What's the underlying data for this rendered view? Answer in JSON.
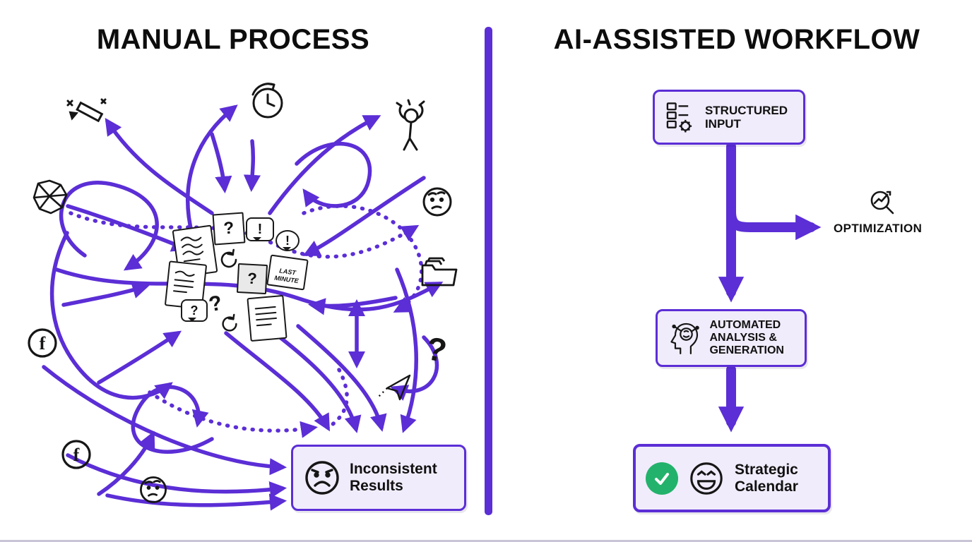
{
  "left": {
    "title": "MANUAL PROCESS",
    "cluster": {
      "question_mark": "?",
      "exclamation": "!",
      "last_minute_note": "LAST MINUTE"
    },
    "stray_question_mark": "?",
    "facebook_letter": "f",
    "result_box": {
      "label": "Inconsistent Results"
    }
  },
  "right": {
    "title": "AI-ASSISTED WORKFLOW",
    "structured_input": {
      "label": "STRUCTURED INPUT"
    },
    "optimization": {
      "label": "OPTIMIZATION"
    },
    "automated": {
      "label": "AUTOMATED ANALYSIS & GENERATION"
    },
    "calendar": {
      "label": "Strategic Calendar"
    }
  },
  "colors": {
    "purple": "#5b2ed6",
    "box_fill": "#f1ecfb",
    "green_check": "#23b26b",
    "ink": "#111111"
  },
  "icons": [
    "pencil-icon",
    "timer-icon",
    "stressed-person-icon",
    "crumpled-paper-icon",
    "thinking-face-icon",
    "folder-icon",
    "facebook-icon",
    "question-mark",
    "paper-plane-icon",
    "refresh-icon",
    "sad-face-icon",
    "laughing-face-icon",
    "check-icon",
    "structured-input-icon",
    "brain-head-icon",
    "optimization-icon"
  ]
}
